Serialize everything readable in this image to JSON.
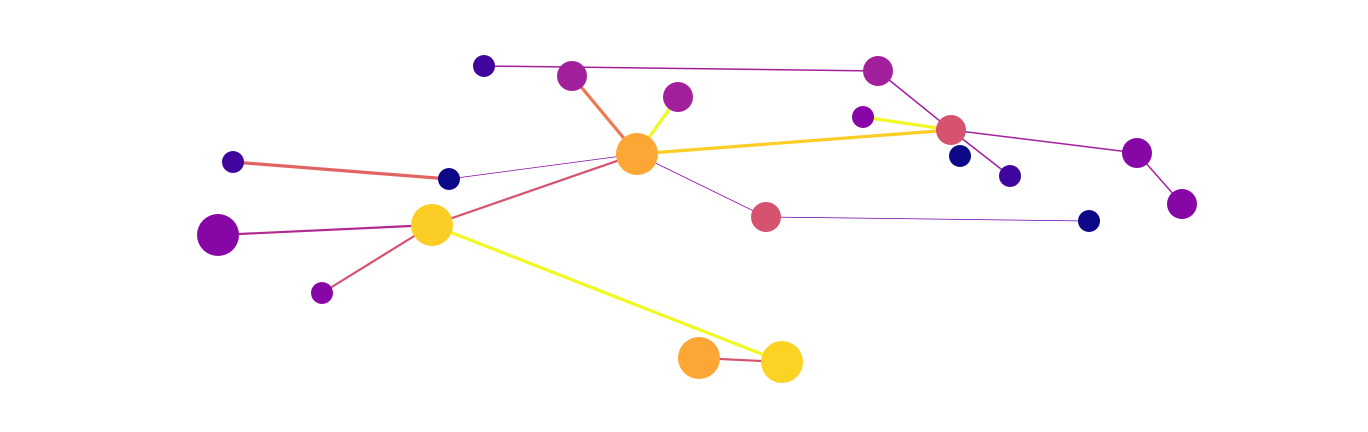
{
  "graph": {
    "nodes": [
      {
        "id": "n1",
        "color": "#3f059c",
        "size": "small"
      },
      {
        "id": "n2",
        "color": "#a2209b",
        "size": "medium"
      },
      {
        "id": "n3",
        "color": "#a2209b",
        "size": "medium"
      },
      {
        "id": "n4",
        "color": "#a2209b",
        "size": "medium"
      },
      {
        "id": "n5",
        "color": "#8707a6",
        "size": "small"
      },
      {
        "id": "n6",
        "color": "#d5536f",
        "size": "medium"
      },
      {
        "id": "n7",
        "color": "#0c0887",
        "size": "small"
      },
      {
        "id": "n8",
        "color": "#3f059c",
        "size": "small"
      },
      {
        "id": "n9",
        "color": "#8707a6",
        "size": "medium"
      },
      {
        "id": "n10",
        "color": "#8707a6",
        "size": "medium"
      },
      {
        "id": "n11",
        "color": "#3f059c",
        "size": "small"
      },
      {
        "id": "n12",
        "color": "#0c0887",
        "size": "small"
      },
      {
        "id": "n13",
        "color": "#fca636",
        "size": "large"
      },
      {
        "id": "n14",
        "color": "#8707a6",
        "size": "large"
      },
      {
        "id": "n15",
        "color": "#fcce25",
        "size": "large"
      },
      {
        "id": "n16",
        "color": "#d5536f",
        "size": "medium"
      },
      {
        "id": "n17",
        "color": "#0c0887",
        "size": "small"
      },
      {
        "id": "n18",
        "color": "#8707a6",
        "size": "small"
      },
      {
        "id": "n19",
        "color": "#fca636",
        "size": "large"
      },
      {
        "id": "n20",
        "color": "#fcd225",
        "size": "large"
      }
    ],
    "edges": [
      {
        "source": "n1",
        "target": "n4",
        "color": "#a2209b",
        "weight": "thin"
      },
      {
        "source": "n4",
        "target": "n6",
        "color": "#a2209b",
        "weight": "thin"
      },
      {
        "source": "n5",
        "target": "n6",
        "color": "#f0f921",
        "weight": "thick"
      },
      {
        "source": "n6",
        "target": "n8",
        "color": "#a2209b",
        "weight": "thin"
      },
      {
        "source": "n6",
        "target": "n9",
        "color": "#a2209b",
        "weight": "thin"
      },
      {
        "source": "n9",
        "target": "n10",
        "color": "#a2209b",
        "weight": "thin"
      },
      {
        "source": "n13",
        "target": "n6",
        "color": "#fcce25",
        "weight": "thick"
      },
      {
        "source": "n2",
        "target": "n13",
        "color": "#ed7953",
        "weight": "thick"
      },
      {
        "source": "n3",
        "target": "n13",
        "color": "#f0f921",
        "weight": "thick"
      },
      {
        "source": "n11",
        "target": "n12",
        "color": "#e16462",
        "weight": "thick"
      },
      {
        "source": "n12",
        "target": "n13",
        "color": "#8707a6",
        "weight": "hairline"
      },
      {
        "source": "n13",
        "target": "n16",
        "color": "#8707a6",
        "weight": "hairline"
      },
      {
        "source": "n16",
        "target": "n17",
        "color": "#6a00a8",
        "weight": "hairline"
      },
      {
        "source": "n13",
        "target": "n15",
        "color": "#d5536f",
        "weight": "medium"
      },
      {
        "source": "n14",
        "target": "n15",
        "color": "#b12a90",
        "weight": "medium"
      },
      {
        "source": "n15",
        "target": "n18",
        "color": "#d5536f",
        "weight": "medium"
      },
      {
        "source": "n15",
        "target": "n20",
        "color": "#f0f921",
        "weight": "thick"
      },
      {
        "source": "n19",
        "target": "n20",
        "color": "#d5536f",
        "weight": "medium"
      }
    ]
  }
}
